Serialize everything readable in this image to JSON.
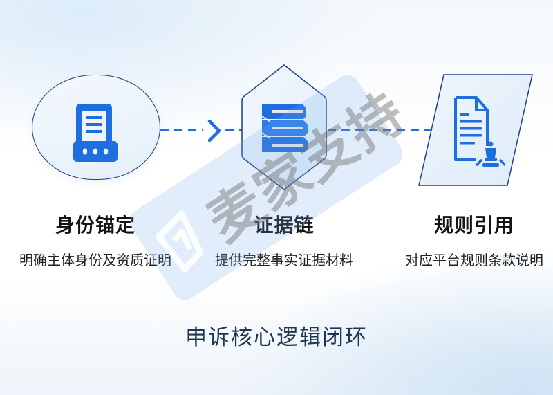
{
  "diagram": {
    "footer_title": "申诉核心逻辑闭环",
    "steps": [
      {
        "title": "身份锚定",
        "description": "明确主体身份及资质证明",
        "icon": "id-document-icon",
        "shape": "rounded-circle"
      },
      {
        "title": "证据链",
        "description": "提供完整事实证据材料",
        "icon": "stacked-documents-icon",
        "shape": "hexagon"
      },
      {
        "title": "规则引用",
        "description": "对应平台规则条款说明",
        "icon": "document-with-judge-icon",
        "shape": "parallelogram"
      }
    ],
    "connectors": [
      {
        "from": 0,
        "to": 1,
        "style": "dashed-arrow"
      },
      {
        "from": 1,
        "to": 2,
        "style": "dashed"
      }
    ]
  },
  "watermark": {
    "text": "麦家支持",
    "logo": "maijia-logo-icon"
  },
  "colors": {
    "accent": "#1f6ee0",
    "outline": "#1b3f86",
    "title_text": "#141414",
    "footer_text": "#1e3652"
  }
}
